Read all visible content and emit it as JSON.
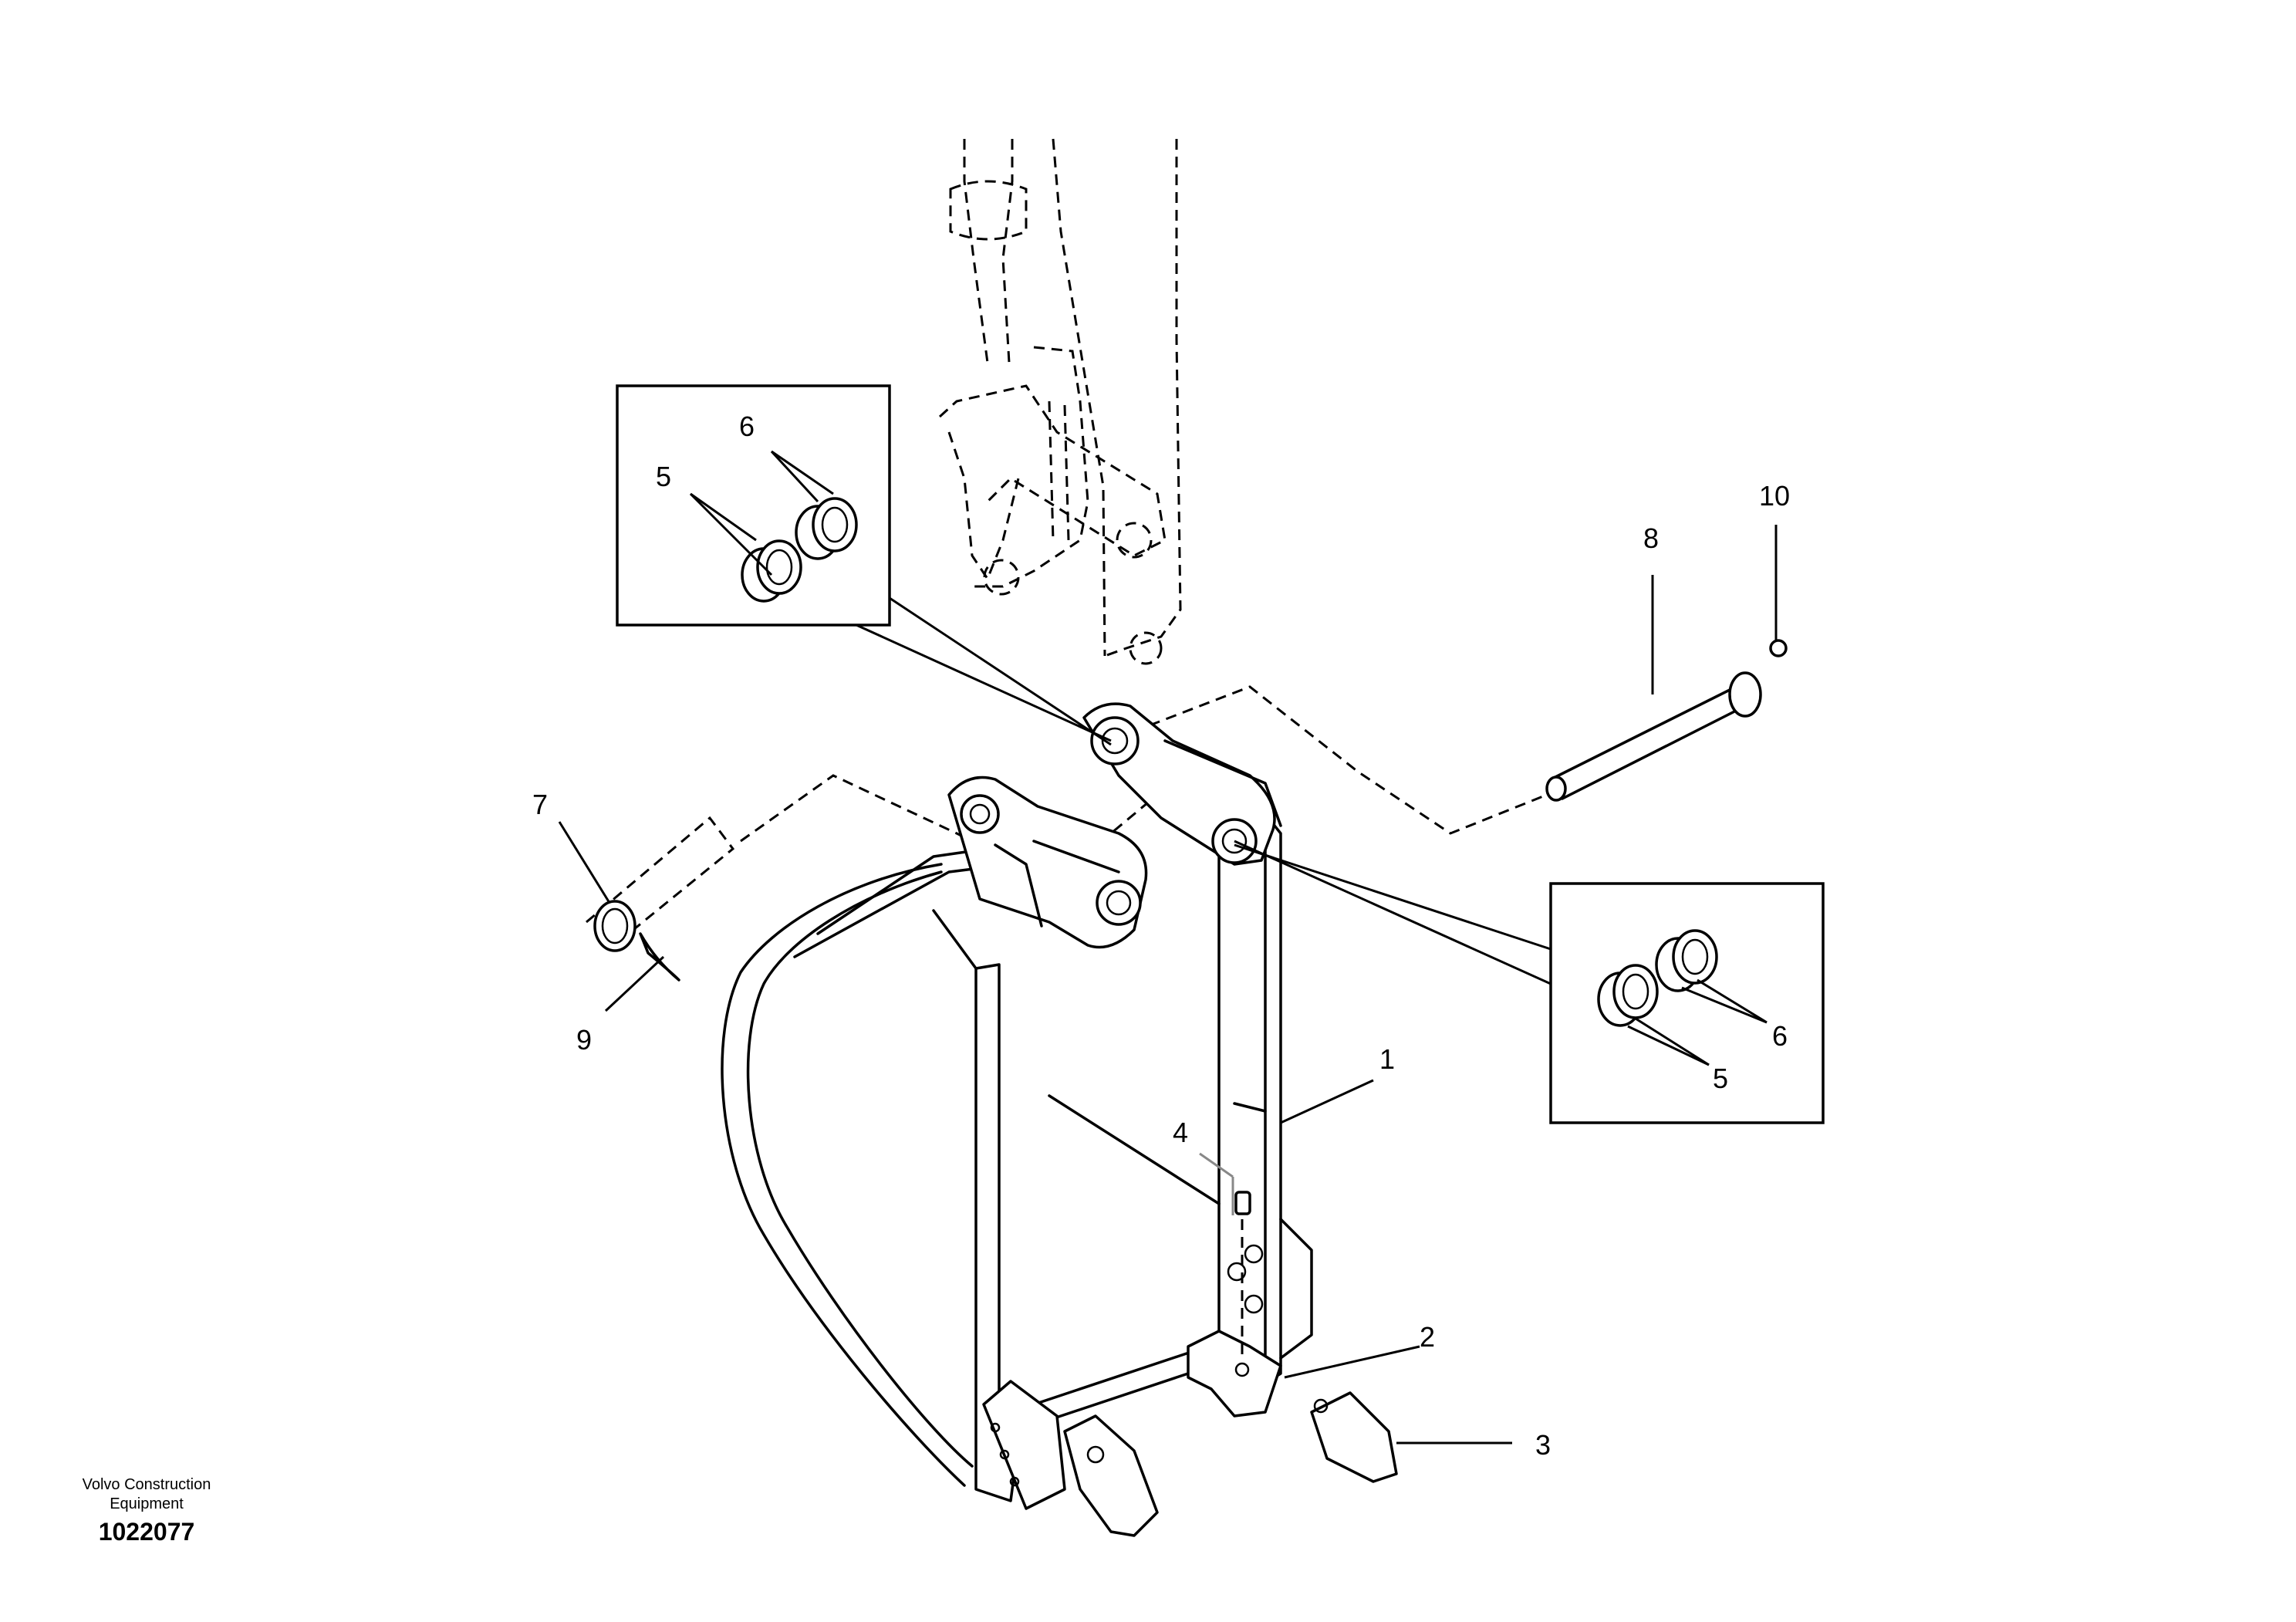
{
  "callouts": {
    "c1": "1",
    "c2": "2",
    "c3": "3",
    "c4": "4",
    "c5_top": "5",
    "c6_top": "6",
    "c5_right": "5",
    "c6_right": "6",
    "c7": "7",
    "c8": "8",
    "c9": "9",
    "c10": "10"
  },
  "footer": {
    "company_line1": "Volvo Construction",
    "company_line2": "Equipment",
    "document_number": "1022077"
  }
}
